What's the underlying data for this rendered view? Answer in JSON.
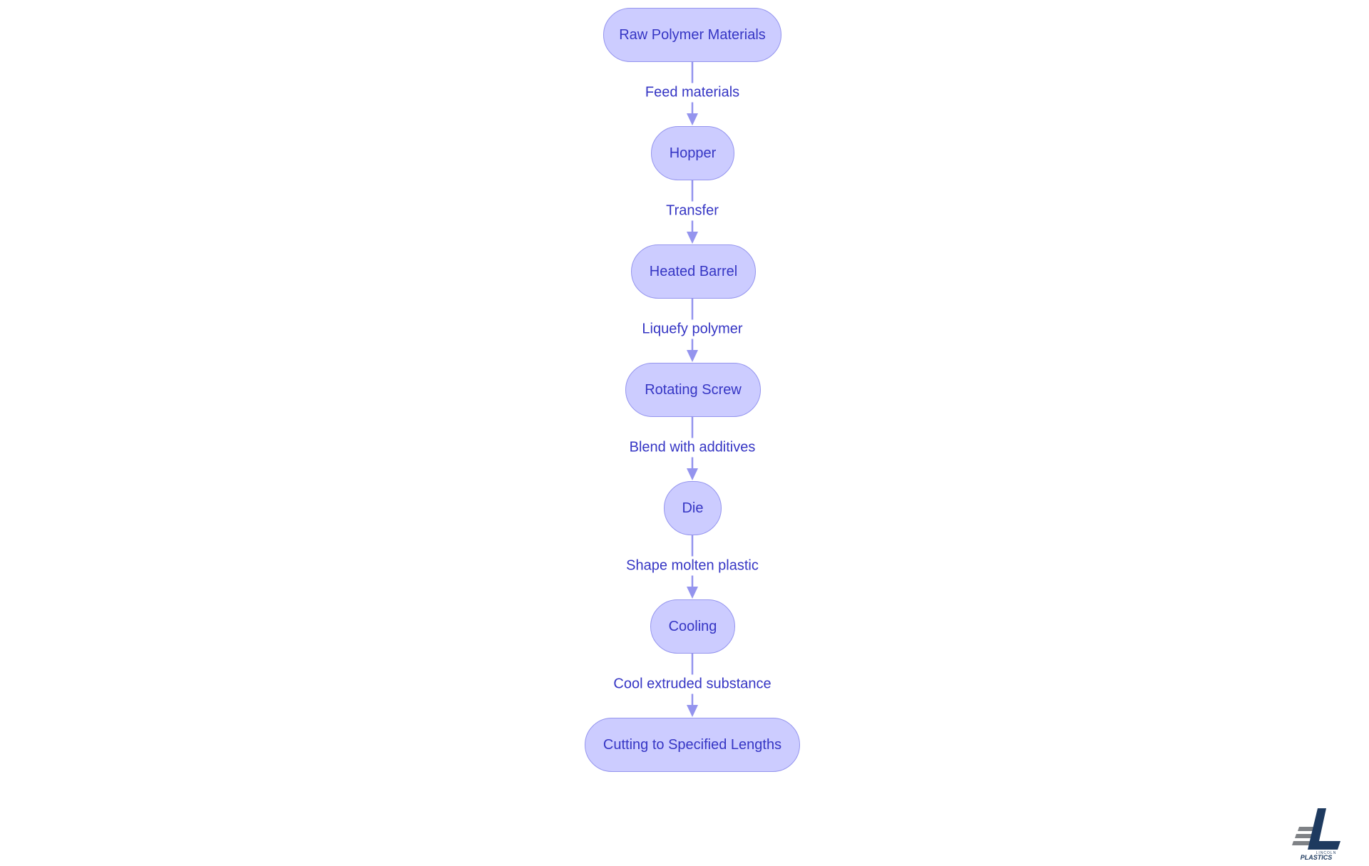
{
  "diagram": {
    "type": "flowchart",
    "direction": "top-to-bottom",
    "nodes": [
      {
        "id": "raw",
        "label": "Raw Polymer Materials"
      },
      {
        "id": "hopper",
        "label": "Hopper"
      },
      {
        "id": "barrel",
        "label": "Heated Barrel"
      },
      {
        "id": "screw",
        "label": "Rotating Screw"
      },
      {
        "id": "die",
        "label": "Die"
      },
      {
        "id": "cooling",
        "label": "Cooling"
      },
      {
        "id": "cutting",
        "label": "Cutting to Specified Lengths"
      }
    ],
    "edges": [
      {
        "from": "raw",
        "to": "hopper",
        "label": "Feed materials"
      },
      {
        "from": "hopper",
        "to": "barrel",
        "label": "Transfer"
      },
      {
        "from": "barrel",
        "to": "screw",
        "label": "Liquefy polymer"
      },
      {
        "from": "screw",
        "to": "die",
        "label": "Blend with additives"
      },
      {
        "from": "die",
        "to": "cooling",
        "label": "Shape molten plastic"
      },
      {
        "from": "cooling",
        "to": "cutting",
        "label": "Cool extruded substance"
      }
    ]
  },
  "logo": {
    "brand_text_top": "LINCOLN",
    "brand_text_bottom": "PLASTICS"
  },
  "colors": {
    "node_fill": "#ccccff",
    "node_stroke": "#9494ee",
    "text": "#3535c4",
    "edge": "#9494ee",
    "logo_dark": "#1e3a5f",
    "logo_gray": "#7f8286"
  }
}
